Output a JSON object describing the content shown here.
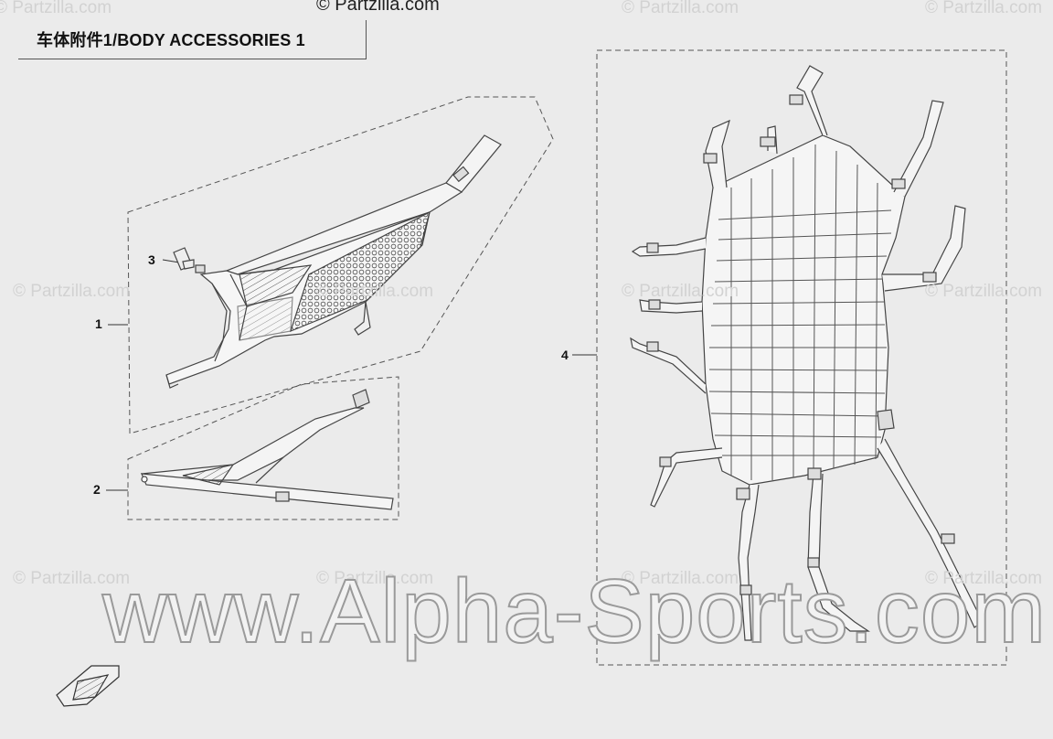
{
  "header": {
    "title": "车体附件1/BODY ACCESSORIES 1",
    "top_watermark": "© Partzilla.com"
  },
  "watermarks": {
    "partzilla": "© Partzilla.com",
    "alpha": "www.Alpha-Sports.com"
  },
  "callouts": [
    {
      "label": "1"
    },
    {
      "label": "2"
    },
    {
      "label": "3"
    },
    {
      "label": "4"
    }
  ],
  "colors": {
    "background": "#ebebeb",
    "line": "#444444"
  }
}
